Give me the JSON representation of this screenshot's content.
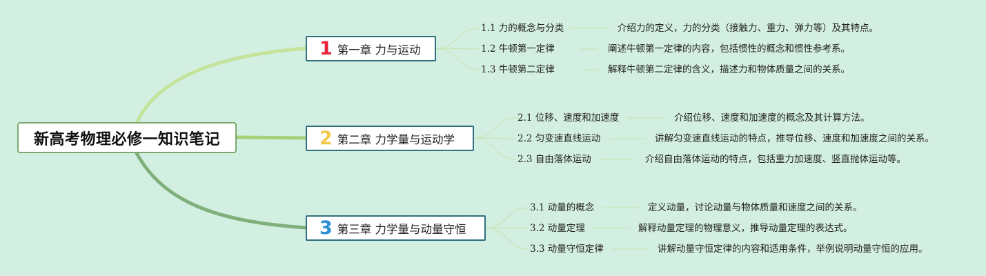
{
  "root": {
    "title": "新高考物理必修一知识笔记"
  },
  "chapters": [
    {
      "number": "1",
      "title": "第一章 力与运动",
      "number_color": "#e5233b",
      "branch_color": "#c5e39a",
      "sections": [
        {
          "label": "1.1 力的概念与分类",
          "description": "介绍力的定义，力的分类（接触力、重力、弹力等）及其特点。"
        },
        {
          "label": "1.2 牛顿第一定律",
          "description": "阐述牛顿第一定律的内容，包括惯性的概念和惯性参考系。"
        },
        {
          "label": "1.3 牛顿第二定律",
          "description": "解释牛顿第二定律的含义，描述力和物体质量之间的关系。"
        }
      ]
    },
    {
      "number": "2",
      "title": "第二章 力学量与运动学",
      "number_color": "#f2c94c",
      "branch_color": "#a7d078",
      "sections": [
        {
          "label": "2.1 位移、速度和加速度",
          "description": "介绍位移、速度和加速度的概念及其计算方法。"
        },
        {
          "label": "2.2 匀变速直线运动",
          "description": "讲解匀变速直线运动的特点，推导位移、速度和加速度之间的关系。"
        },
        {
          "label": "2.3 自由落体运动",
          "description": "介绍自由落体运动的特点，包括重力加速度、竖直抛体运动等。"
        }
      ]
    },
    {
      "number": "3",
      "title": "第三章 力学量与动量守恒",
      "number_color": "#2b8fd6",
      "branch_color": "#7fb07c",
      "sections": [
        {
          "label": "3.1 动量的概念",
          "description": "定义动量，讨论动量与物体质量和速度之间的关系。"
        },
        {
          "label": "3.2 动量定理",
          "description": "解释动量定理的物理意义，推导动量定理的表达式。"
        },
        {
          "label": "3.3 动量守恒定律",
          "description": "讲解动量守恒定律的内容和适用条件，举例说明动量守恒的应用。"
        }
      ]
    }
  ],
  "colors": {
    "background": "#d3efe1",
    "thin_line": "#c6e6b6",
    "chapter_border": "#2f6f7e"
  }
}
